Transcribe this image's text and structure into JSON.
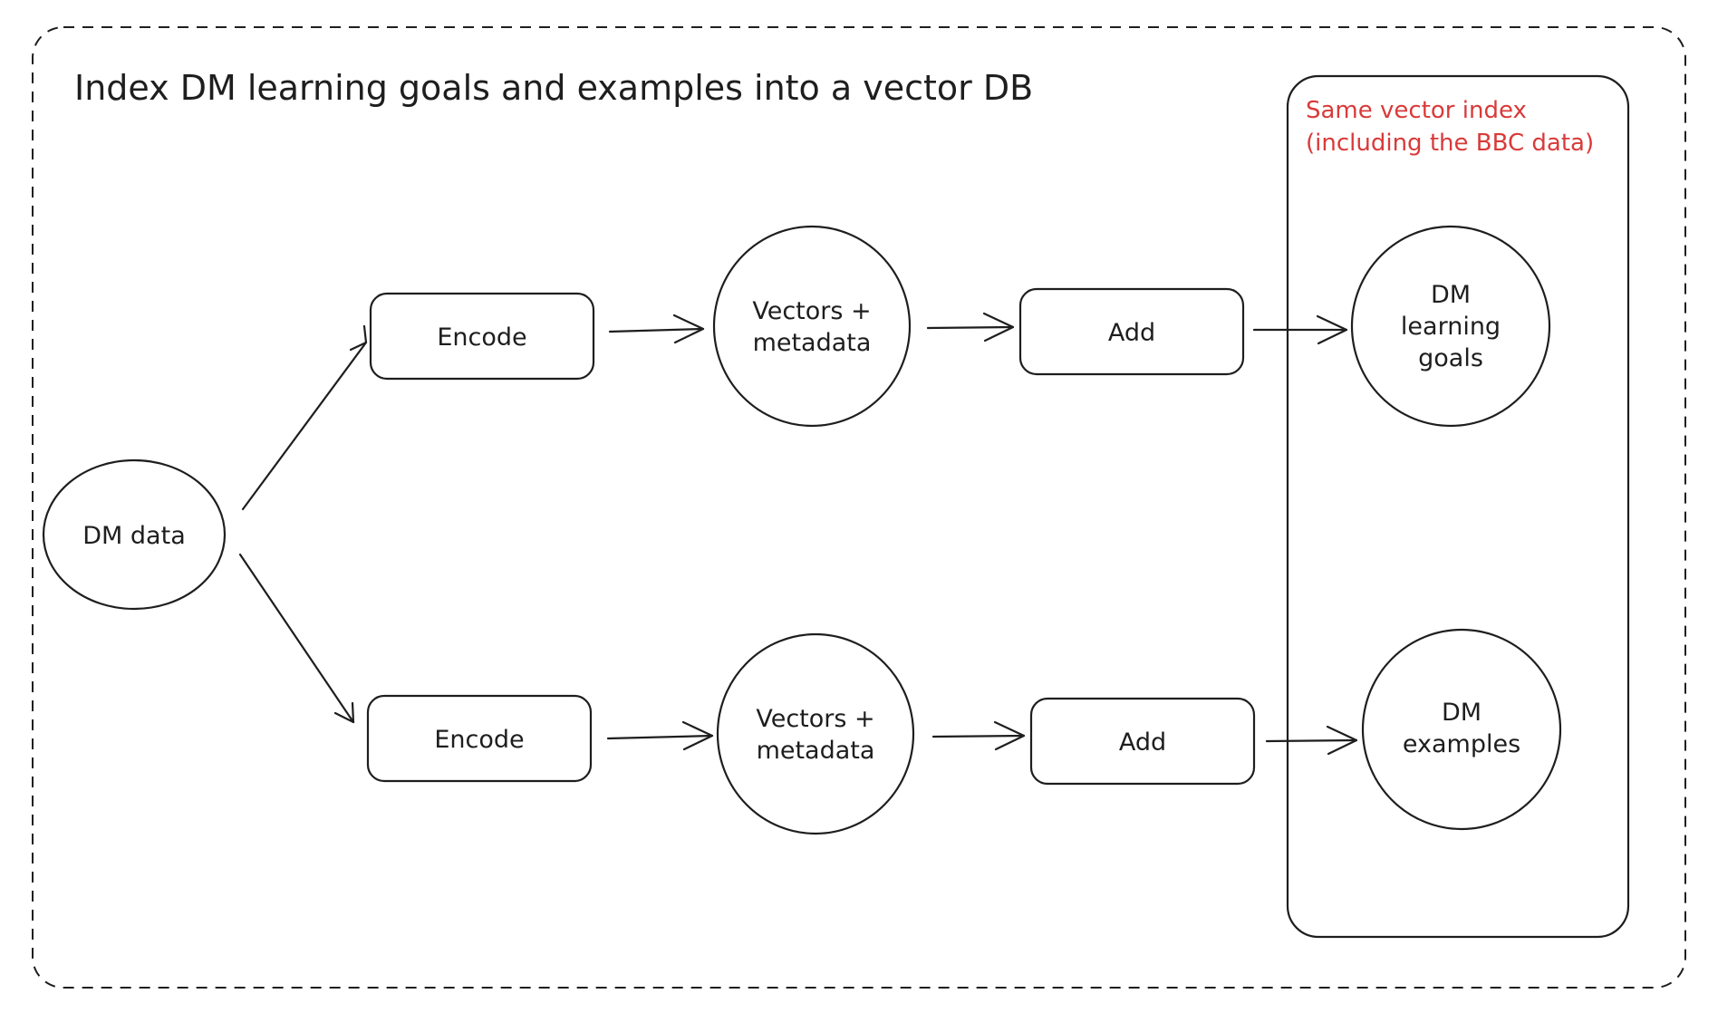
{
  "title": "Index DM learning goals and examples into a vector DB",
  "note": {
    "line1": "Same vector index",
    "line2": "(including the BBC data)",
    "color": "#d93a3a"
  },
  "nodes": {
    "source": "DM data",
    "top": {
      "encode": "Encode",
      "vectors_line1": "Vectors +",
      "vectors_line2": "metadata",
      "add": "Add",
      "target_line1": "DM",
      "target_line2": "learning",
      "target_line3": "goals"
    },
    "bottom": {
      "encode": "Encode",
      "vectors_line1": "Vectors +",
      "vectors_line2": "metadata",
      "add": "Add",
      "target_line1": "DM",
      "target_line2": "examples"
    }
  }
}
